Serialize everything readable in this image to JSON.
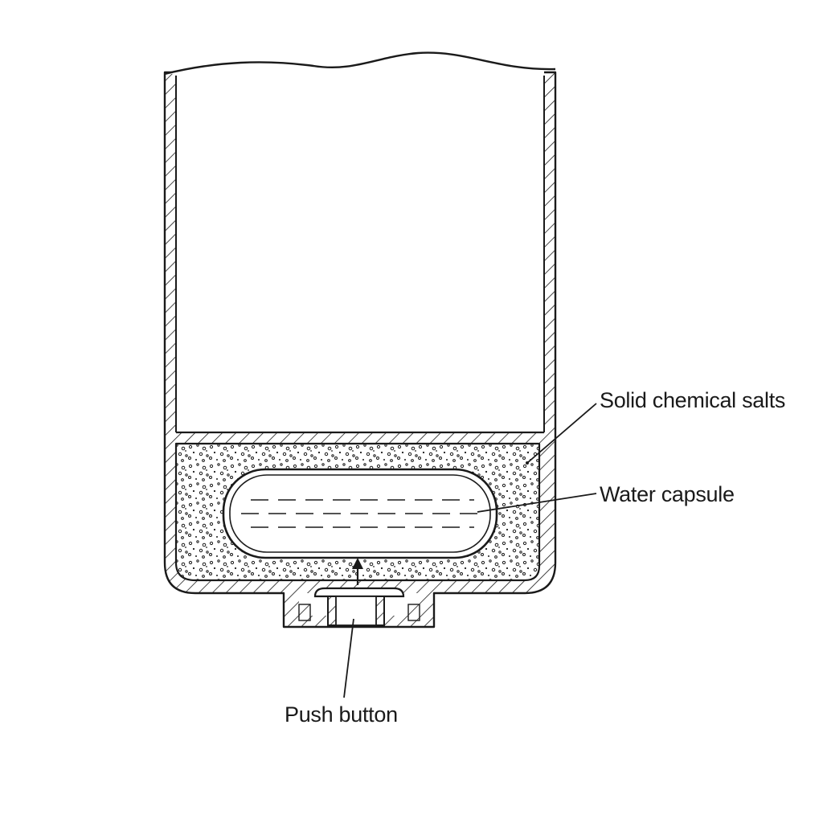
{
  "labels": {
    "salts": "Solid chemical salts",
    "capsule": "Water capsule",
    "button": "Push button"
  },
  "colors": {
    "line": "#1a1a1a",
    "background": "#ffffff"
  }
}
